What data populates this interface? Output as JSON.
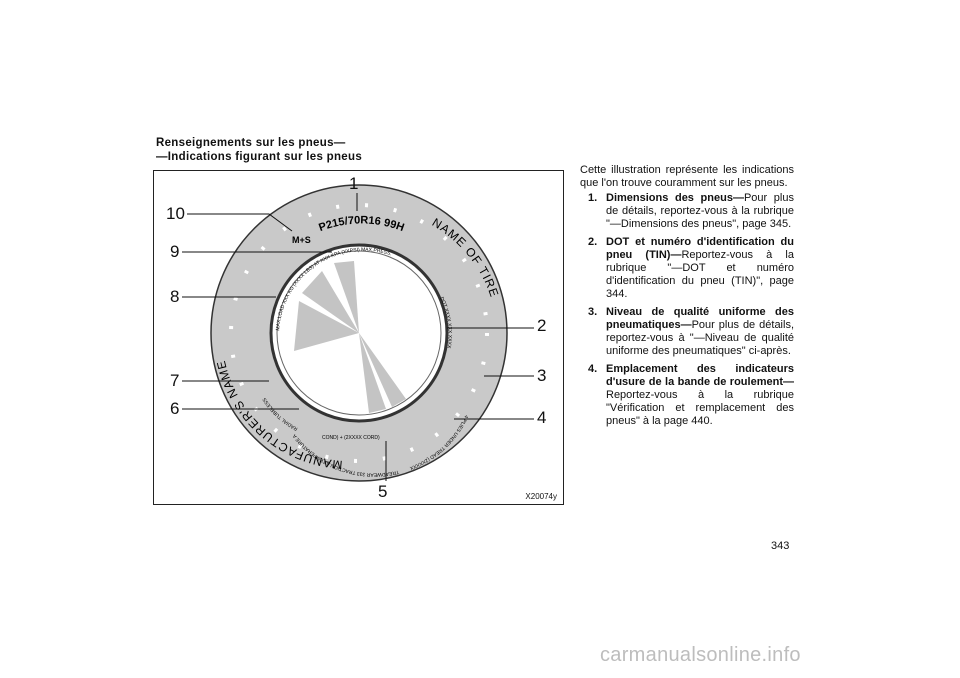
{
  "heading": {
    "line1": "Renseignements sur les pneus—",
    "line2": "—Indications figurant sur les pneus"
  },
  "figure": {
    "code": "X20074y",
    "callouts": [
      "1",
      "2",
      "3",
      "4",
      "5",
      "6",
      "7",
      "8",
      "9",
      "10"
    ],
    "tire": {
      "size": "P215/70R16  99H",
      "ms": "M+S",
      "pressure": "MAX.LOAD XXX KG (XXXX LBS) AT XXX KPA (XXPSI) MAX.PRESS.",
      "maker": "MANUFACTURER'S NAME",
      "name": "NAME OF TIRE",
      "dot": "DOT XXXX XXX XXXX",
      "plies": "4 PLIES UNDER TREAD (2XXXXX",
      "sidewall": "SIDEWALL 2 PLIES XXXX CORD",
      "treadwear": "TREADWEAR 333 TRACTION A TEMPERATURE A",
      "radial": "RADIAL",
      "tubeless": "TUBELESS",
      "cords": "COND) + (2XXXX CORD)"
    }
  },
  "body": {
    "intro": "Cette illustration représente les indications que l'on trouve couramment sur les pneus.",
    "items": [
      {
        "num": "1.",
        "title": "Dimensions des pneus—",
        "text": "Pour plus de détails, reportez-vous à la rubrique \"—Dimensions des pneus\", page 345."
      },
      {
        "num": "2.",
        "title": "DOT et numéro d'identification du pneu (TIN)—",
        "text": "Reportez-vous à la rubrique \"—DOT et numéro d'identification du pneu (TIN)\", page 344."
      },
      {
        "num": "3.",
        "title": "Niveau de qualité uniforme des pneumatiques—",
        "text": "Pour plus de détails, reportez-vous à \"—Niveau de qualité uniforme des pneumatiques\" ci-après."
      },
      {
        "num": "4.",
        "title": "Emplacement des indicateurs d'usure de la bande de roulement—",
        "text": "Reportez-vous à la rubrique \"Vérification et remplacement des pneus\" à la page 440."
      }
    ]
  },
  "page_number": "343",
  "watermark": "carmanualsonline.info"
}
